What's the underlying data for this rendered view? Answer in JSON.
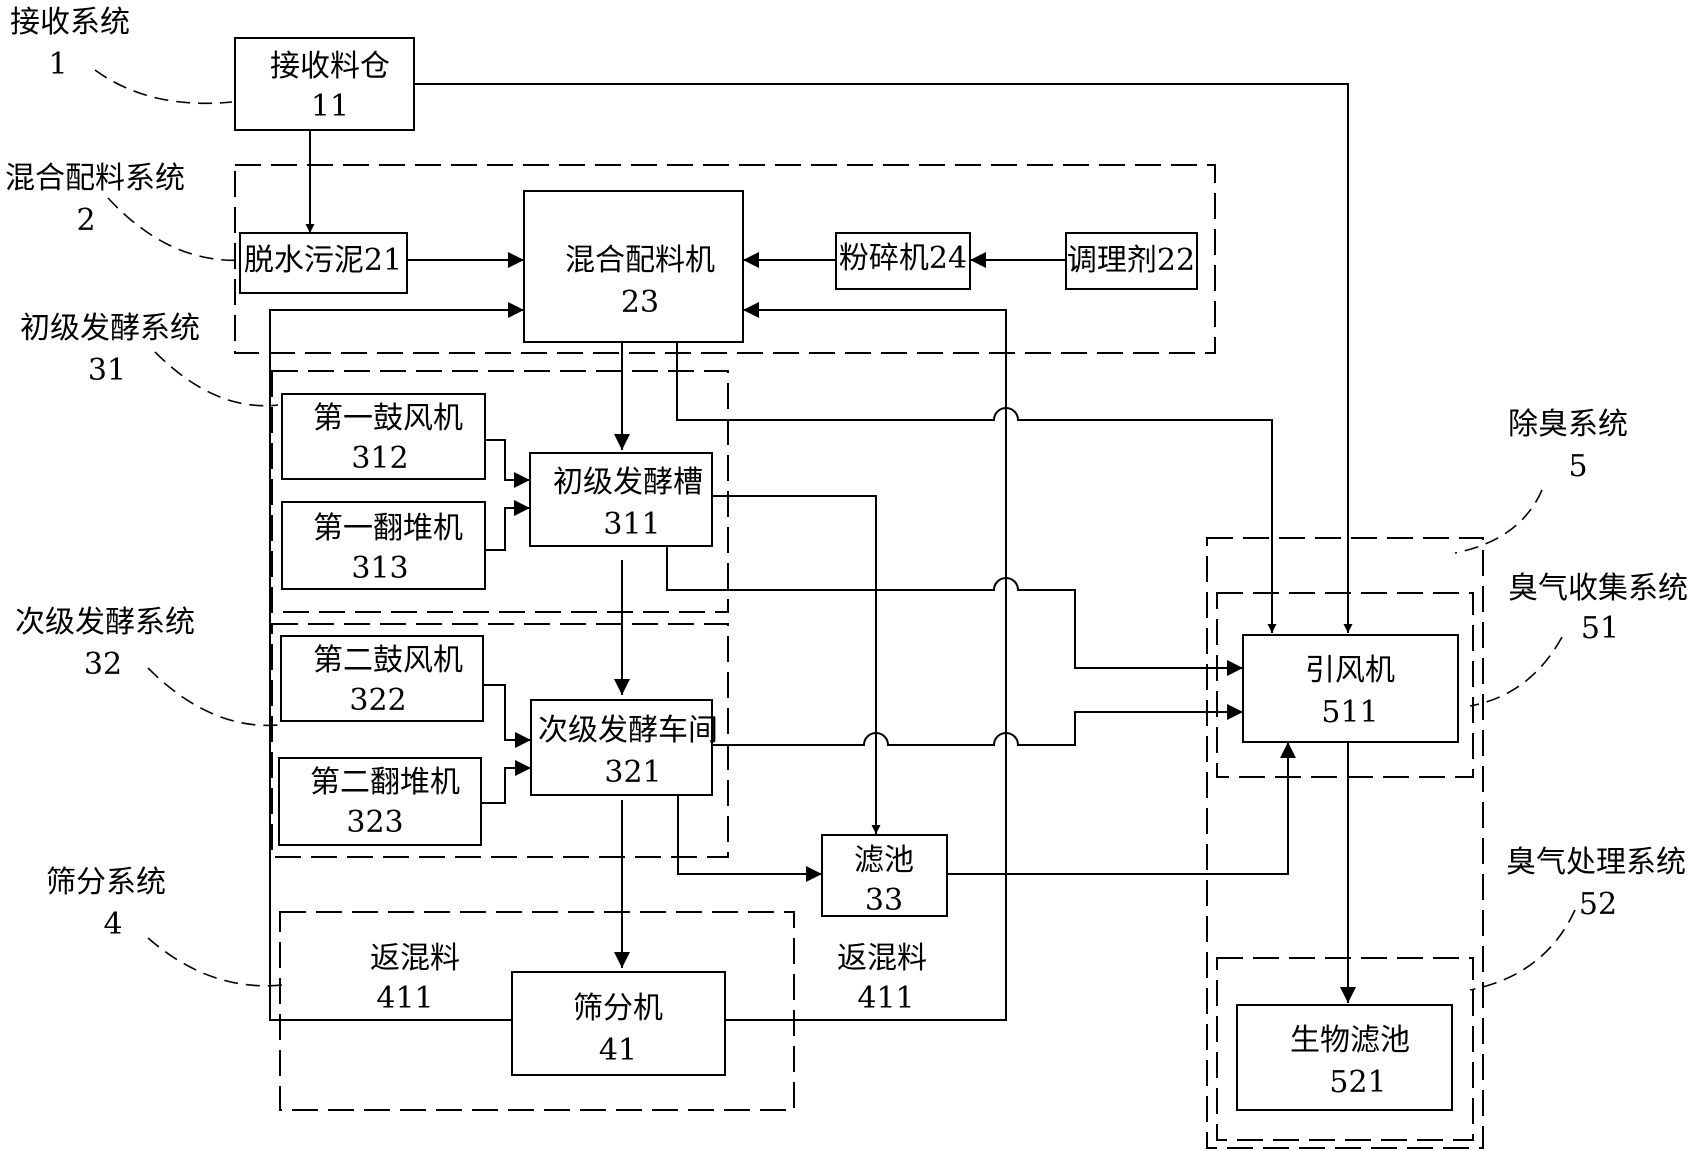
{
  "systems": {
    "receiving": {
      "name": "接收系统",
      "num": "1"
    },
    "mixing": {
      "name": "混合配料系统",
      "num": "2"
    },
    "primary": {
      "name": "初级发酵系统",
      "num": "31"
    },
    "secondary": {
      "name": "次级发酵系统",
      "num": "32"
    },
    "screening": {
      "name": "筛分系统",
      "num": "4"
    },
    "deodor": {
      "name": "除臭系统",
      "num": "5"
    },
    "odor_collect": {
      "name": "臭气收集系统",
      "num": "51"
    },
    "odor_treat": {
      "name": "臭气处理系统",
      "num": "52"
    }
  },
  "boxes": {
    "bin": {
      "name": "接收料仓",
      "num": "11"
    },
    "sludge": {
      "label": "脱水污泥21"
    },
    "mixer": {
      "name": "混合配料机",
      "num": "23"
    },
    "crusher": {
      "label": "粉碎机24"
    },
    "conditioner": {
      "label": "调理剂22"
    },
    "blower1": {
      "name": "第一鼓风机",
      "num": "312"
    },
    "turner1": {
      "name": "第一翻堆机",
      "num": "313"
    },
    "tank1": {
      "name": "初级发酵槽",
      "num": "311"
    },
    "blower2": {
      "name": "第二鼓风机",
      "num": "322"
    },
    "turner2": {
      "name": "第二翻堆机",
      "num": "323"
    },
    "workshop2": {
      "name": "次级发酵车间",
      "num": "321"
    },
    "filter": {
      "name": "滤池",
      "num": "33"
    },
    "screener": {
      "name": "筛分机",
      "num": "41"
    },
    "fan": {
      "name": "引风机",
      "num": "511"
    },
    "biofilter": {
      "name": "生物滤池",
      "num": "521"
    }
  },
  "labels": {
    "return_left": {
      "name": "返混料",
      "num": "411"
    },
    "return_right": {
      "name": "返混料",
      "num": "411"
    }
  }
}
